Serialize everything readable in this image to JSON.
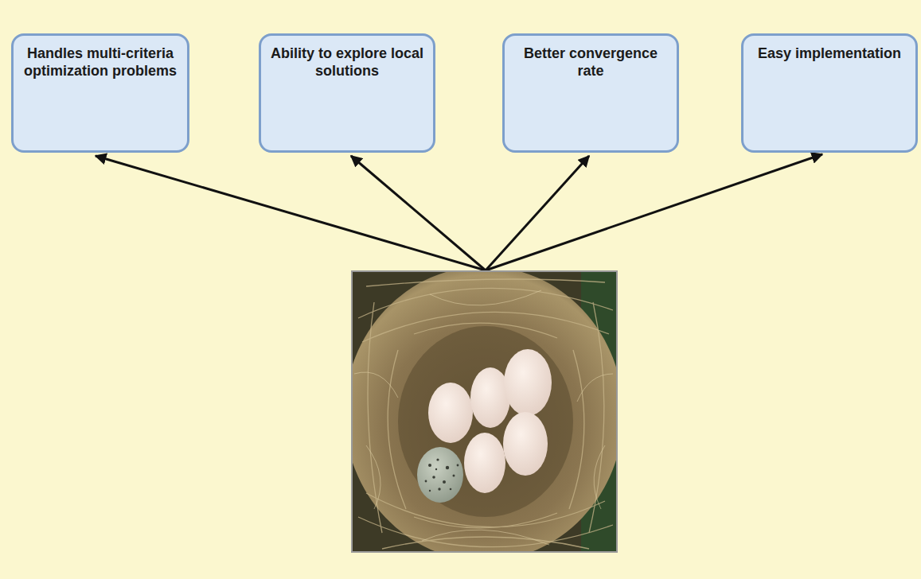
{
  "diagram": {
    "nodes": [
      {
        "text": [
          "Handles multi-criteria optimization problems"
        ]
      },
      {
        "text": [
          "Ability to explore local solutions"
        ]
      },
      {
        "text": [
          "Better convergence rate"
        ]
      },
      {
        "text": [
          "Easy implementation"
        ]
      }
    ]
  }
}
